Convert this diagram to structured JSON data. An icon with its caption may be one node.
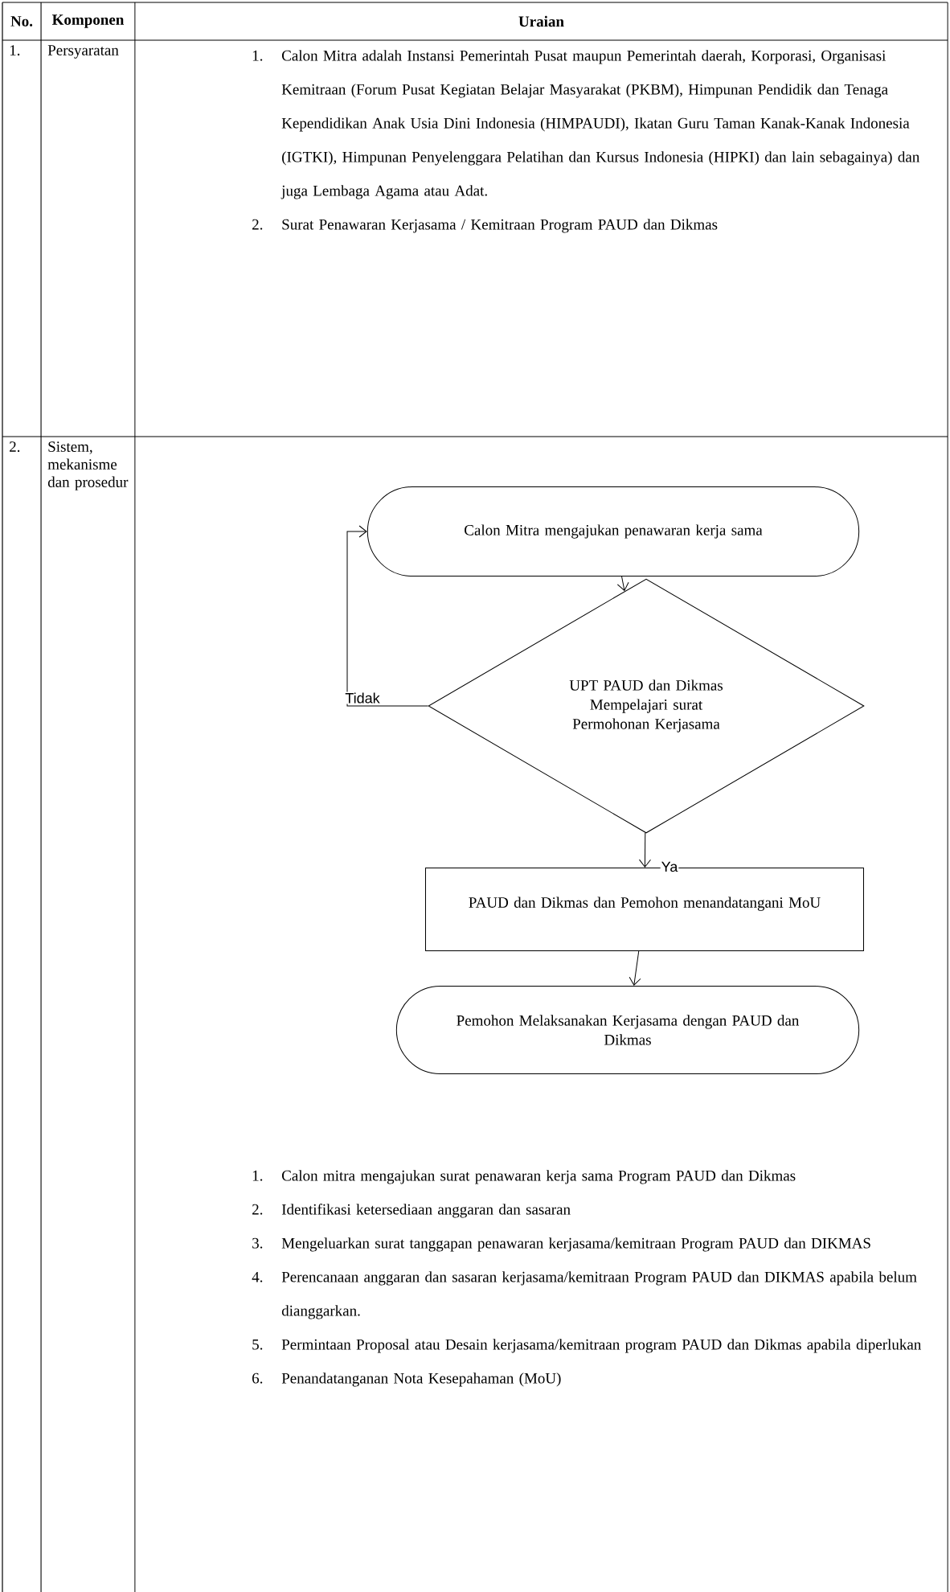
{
  "diagram": {
    "nodes": [
      {
        "text": [
          "Calon Mitra mengajukan penawaran kerja sama"
        ]
      },
      {
        "text": [
          "UPT PAUD dan Dikmas Mempelajari surat Permohonan Kerjasama"
        ]
      },
      {
        "text": [
          "PAUD dan Dikmas dan Pemohon menandatangani MoU"
        ]
      },
      {
        "text": [
          "Pemohon Melaksanakan Kerjasama dengan PAUD dan Dikmas"
        ]
      }
    ],
    "edges": [
      {
        "from": 0,
        "to": 1,
        "arrow": "to"
      },
      {
        "from": 1,
        "to": 0,
        "arrow": "to",
        "label": "Tidak"
      },
      {
        "from": 1,
        "to": 2,
        "arrow": "to",
        "label": "Ya"
      },
      {
        "from": 2,
        "to": 3,
        "arrow": "to"
      }
    ],
    "labels": [
      "No.",
      "Komponen",
      "Uraian",
      "1.",
      "Persyaratan",
      "1.",
      "Calon Mitra adalah Instansi Pemerintah Pusat maupun Pemerintah daerah, Korporasi, Organisasi Kemitraan (Forum Pusat Kegiatan Belajar Masyarakat (PKBM), Himpunan Pendidik dan Tenaga Kependidikan Anak Usia Dini Indonesia (HIMPAUDI), Ikatan Guru Taman Kanak-Kanak Indonesia (IGTKI), Himpunan Penyelenggara Pelatihan dan Kursus Indonesia (HIPKI) dan lain sebagainya) dan juga Lembaga Agama atau Adat.",
      "2.",
      "Surat Penawaran Kerjasama / Kemitraan Program PAUD dan Dikmas",
      "2.",
      "Sistem, mekanisme dan prosedur",
      "1.",
      "Calon mitra mengajukan surat penawaran kerja sama Program PAUD dan Dikmas",
      "2.",
      "Identifikasi ketersediaan anggaran dan sasaran",
      "3.",
      "Mengeluarkan surat tanggapan penawaran kerjasama/kemitraan Program PAUD dan DIKMAS",
      "4.",
      "Perencanaan anggaran dan sasaran kerjasama/kemitraan Program PAUD dan DIKMAS apabila belum dianggarkan.",
      "5.",
      "Permintaan Proposal atau Desain kerjasama/kemitraan program PAUD dan Dikmas apabila diperlukan",
      "6.",
      "Penandatanganan Nota Kesepahaman (MoU)"
    ]
  }
}
